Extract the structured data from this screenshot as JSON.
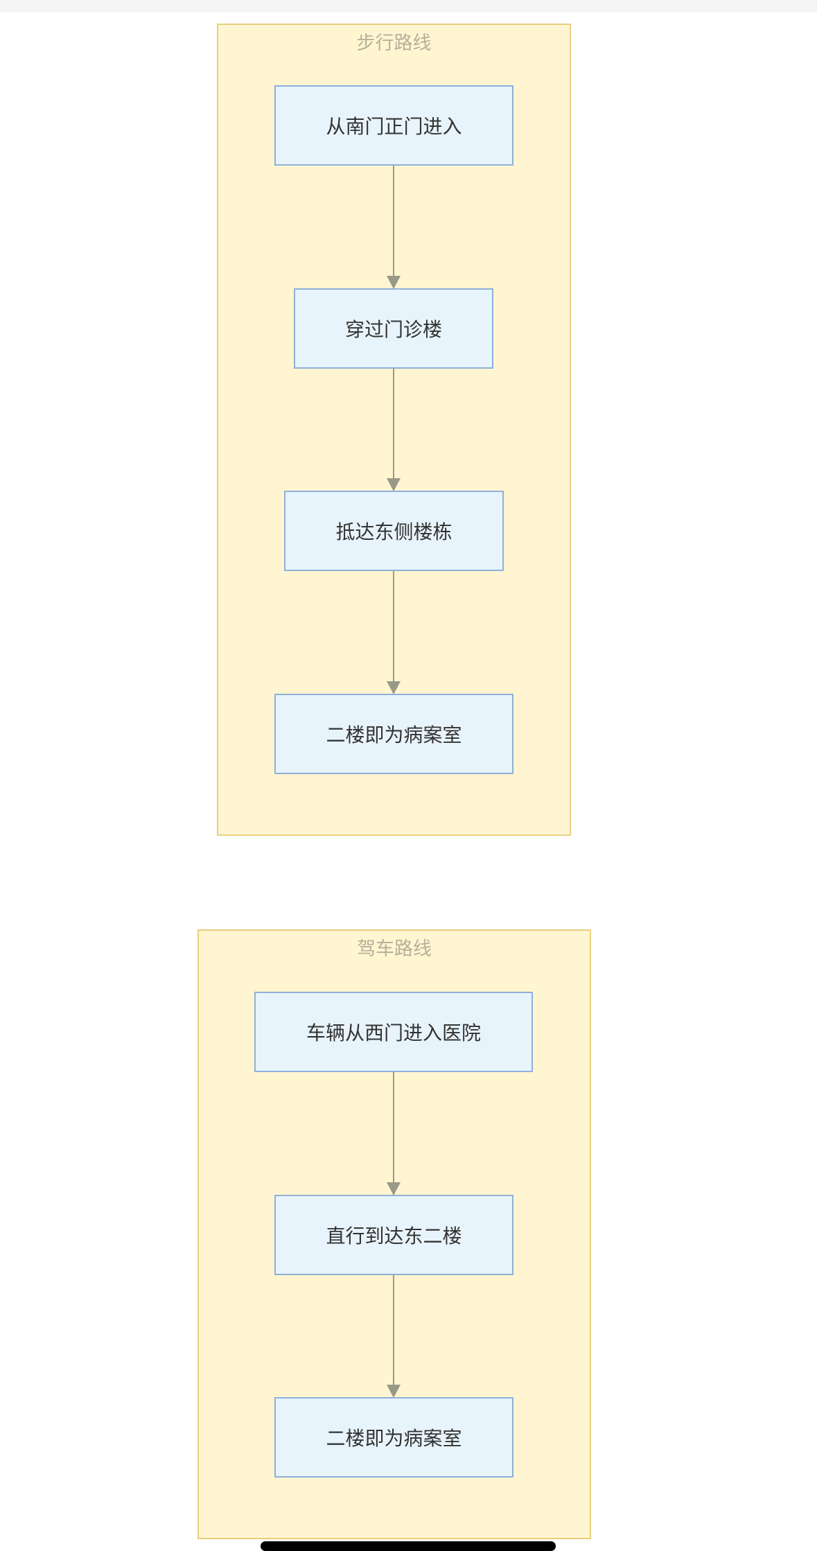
{
  "walking_route": {
    "title": "步行路线",
    "steps": [
      "从南门正门进入",
      "穿过门诊楼",
      "抵达东侧楼栋",
      "二楼即为病案室"
    ]
  },
  "driving_route": {
    "title": "驾车路线",
    "steps": [
      "车辆从西门进入医院",
      "直行到达东二楼",
      "二楼即为病案室"
    ]
  },
  "colors": {
    "cluster_fill": "#fff5d1",
    "cluster_border": "#e8cf7e",
    "node_fill": "#e8f4fb",
    "node_border": "#8fb0d9",
    "edge": "#999988"
  }
}
